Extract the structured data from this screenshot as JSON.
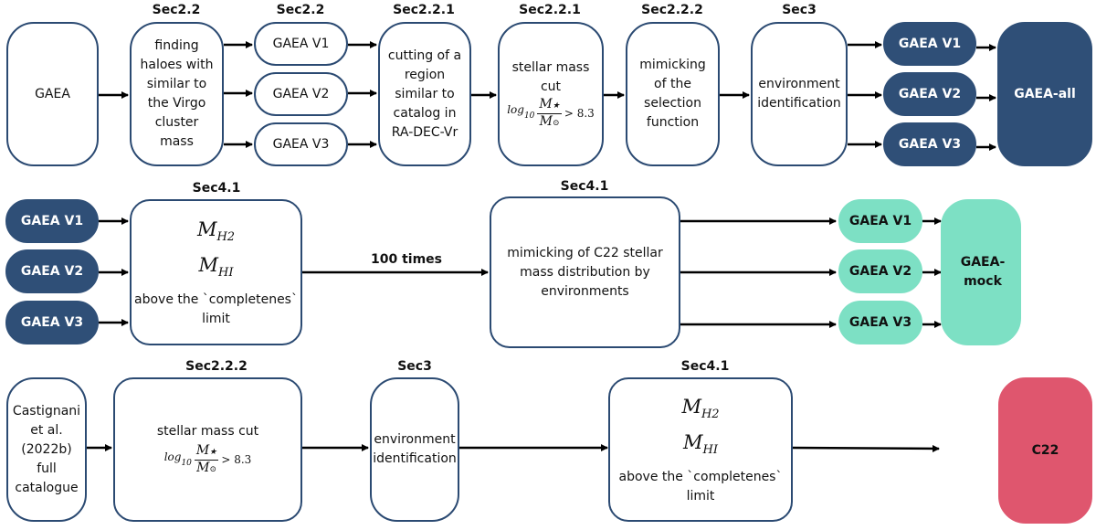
{
  "colors": {
    "outline": "#2b4a72",
    "navy": "#2f4f77",
    "mint": "#7de0c4",
    "red": "#df566e"
  },
  "row1": {
    "gaea": "GAEA",
    "haloes": {
      "section": "Sec2.2",
      "lines": [
        "finding",
        "haloes with",
        "similar to",
        "the Virgo",
        "cluster",
        "mass"
      ]
    },
    "versions_section": "Sec2.2",
    "versions": [
      "GAEA V1",
      "GAEA V2",
      "GAEA V3"
    ],
    "region": {
      "section": "Sec2.2.1",
      "lines": [
        "cutting of a",
        "region",
        "similar to",
        "catalog in",
        "RA-DEC-Vr"
      ]
    },
    "mass_cut": {
      "section": "Sec2.2.1",
      "lines": [
        "stellar mass",
        "cut"
      ],
      "formula": {
        "prefix": "log",
        "prefix_sub": "10",
        "num": "M",
        "num_sub": "★",
        "den": "M",
        "den_sub": "⊙",
        "rel": "> 8.3"
      }
    },
    "selection": {
      "section": "Sec2.2.2",
      "lines": [
        "mimicking",
        "of the",
        "selection",
        "function"
      ]
    },
    "environment": {
      "section": "Sec3",
      "lines": [
        "environment",
        "identification"
      ]
    },
    "outputs": [
      "GAEA V1",
      "GAEA V2",
      "GAEA V3"
    ],
    "final": "GAEA-all"
  },
  "row2": {
    "inputs": [
      "GAEA V1",
      "GAEA V2",
      "GAEA V3"
    ],
    "gas": {
      "section": "Sec4.1",
      "m1": "M",
      "m1_sub": "H2",
      "m2": "M",
      "m2_sub": "HI",
      "lines": [
        "above the `completenes`",
        "limit"
      ]
    },
    "repeat_label": "100 times",
    "mimic": {
      "section": "Sec4.1",
      "lines": [
        "mimicking of C22 stellar",
        "mass distribution by",
        "environments"
      ]
    },
    "outputs": [
      "GAEA V1",
      "GAEA V2",
      "GAEA V3"
    ],
    "final": "GAEA-mock"
  },
  "row3": {
    "catalogue": {
      "lines": [
        "Castignani",
        "et al.",
        "(2022b)",
        "full",
        "catalogue"
      ]
    },
    "mass_cut": {
      "section": "Sec2.2.2",
      "lines": [
        "stellar mass cut"
      ],
      "formula": {
        "prefix": "log",
        "prefix_sub": "10",
        "num": "M",
        "num_sub": "★",
        "den": "M",
        "den_sub": "⊙",
        "rel": "> 8.3"
      }
    },
    "environment": {
      "section": "Sec3",
      "lines": [
        "environment",
        "identification"
      ]
    },
    "gas": {
      "section": "Sec4.1",
      "m1": "M",
      "m1_sub": "H2",
      "m2": "M",
      "m2_sub": "HI",
      "lines": [
        "above the `completenes`",
        "limit"
      ]
    },
    "final": "C22"
  }
}
